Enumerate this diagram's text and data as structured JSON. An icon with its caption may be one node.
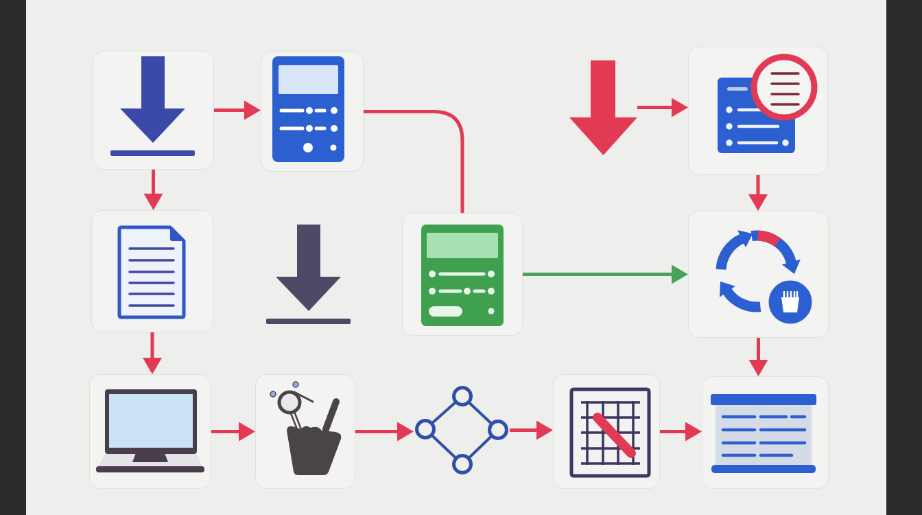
{
  "diagram": {
    "nodes": [
      {
        "text": [],
        "shape": "picture"
      },
      {
        "text": [],
        "shape": "picture"
      },
      {
        "text": [],
        "shape": "picture"
      },
      {
        "text": [],
        "shape": "picture"
      },
      {
        "text": [],
        "shape": "picture"
      },
      {
        "text": [],
        "shape": "picture"
      },
      {
        "text": [],
        "shape": "picture"
      },
      {
        "text": [],
        "shape": "picture"
      },
      {
        "text": [],
        "shape": "picture"
      },
      {
        "text": [],
        "shape": "picture"
      },
      {
        "text": [],
        "shape": "picture"
      },
      {
        "text": [],
        "shape": "picture"
      },
      {
        "text": [],
        "shape": "picture"
      }
    ],
    "edges": [
      {
        "from": 0,
        "to": 1,
        "arrow": "to"
      },
      {
        "from": 0,
        "to": 4,
        "arrow": "to"
      },
      {
        "from": 1,
        "to": 6,
        "arrow": "none"
      },
      {
        "from": 2,
        "to": 3,
        "arrow": "to"
      },
      {
        "from": 3,
        "to": 7,
        "arrow": "to"
      },
      {
        "from": 4,
        "to": 8,
        "arrow": "to"
      },
      {
        "from": 6,
        "to": 7,
        "arrow": "to",
        "color": "#47a358"
      },
      {
        "from": 7,
        "to": 12,
        "arrow": "to"
      },
      {
        "from": 8,
        "to": 9,
        "arrow": "to"
      },
      {
        "from": 9,
        "to": 10,
        "arrow": "to"
      },
      {
        "from": 10,
        "to": 11,
        "arrow": "to"
      },
      {
        "from": 11,
        "to": 12,
        "arrow": "to"
      }
    ]
  }
}
